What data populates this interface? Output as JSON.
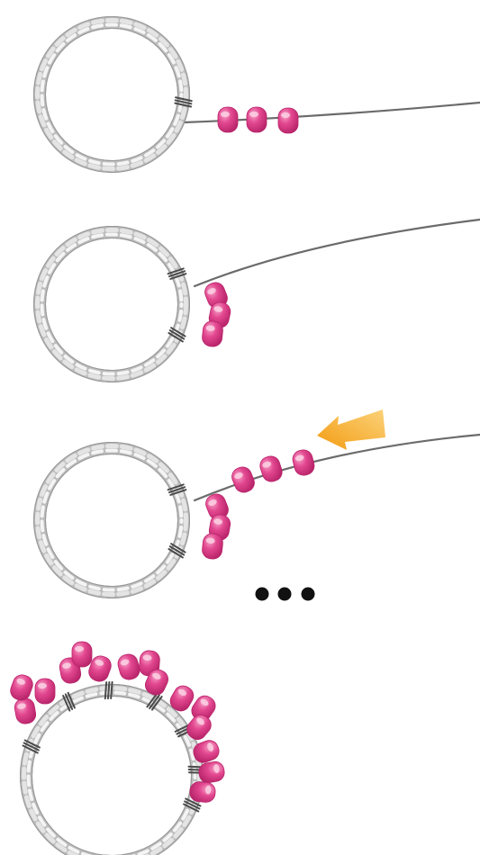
{
  "colors": {
    "background": "#ffffff",
    "ring_light": "#e4e4e4",
    "ring_mid": "#bdbdbd",
    "ring_dark": "#8a8a8a",
    "wire": "#6b6b6b",
    "bead": "#e2478f",
    "bead_dark": "#b8246a",
    "bead_highlight": "#f7a3c9",
    "arrow": "#f5a623",
    "arrow_light": "#fbcf6a",
    "dots": "#111111"
  },
  "steps": [
    {
      "id": "step-1",
      "beads_on_wire": 3,
      "beads_attached": 0
    },
    {
      "id": "step-2",
      "beads_on_wire": 0,
      "beads_attached": 3
    },
    {
      "id": "step-3",
      "beads_on_wire": 3,
      "beads_attached": 3,
      "arrow": "arrow-left-icon"
    },
    {
      "id": "ellipsis",
      "symbol": "ellipsis-icon"
    },
    {
      "id": "step-4",
      "beads_attached": 15
    }
  ]
}
